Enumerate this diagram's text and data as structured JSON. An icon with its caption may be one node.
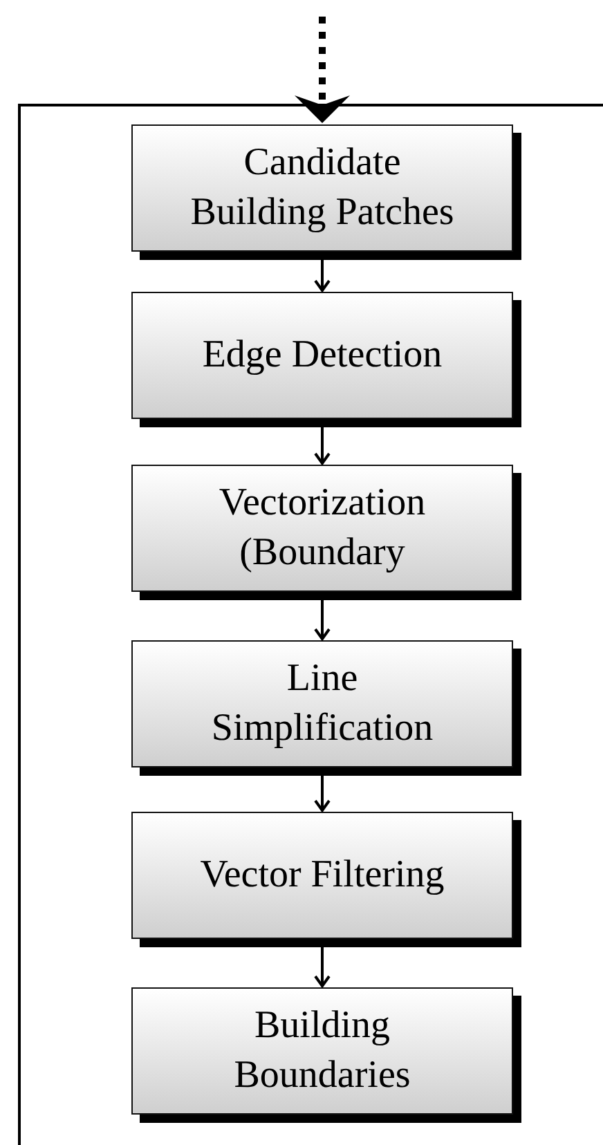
{
  "diagram": {
    "nodes": [
      {
        "text": [],
        "shape": "box"
      },
      {
        "text": [
          "Candidate Building Patches"
        ],
        "in": 0
      },
      {
        "text": [
          "Edge Detection"
        ],
        "in": 0
      },
      {
        "text": [
          "Vectorization (Boundary"
        ],
        "in": 0
      },
      {
        "text": [
          "Line Simplification"
        ],
        "in": 0
      },
      {
        "text": [
          "Vector Filtering"
        ],
        "in": 0
      },
      {
        "text": [
          "Building Boundaries"
        ],
        "in": 0
      }
    ],
    "edges": [
      {
        "from": null,
        "to": 1,
        "arrow": "to",
        "style": "dashed"
      },
      {
        "from": 1,
        "to": 2,
        "arrow": "to"
      },
      {
        "from": 2,
        "to": 3,
        "arrow": "to"
      },
      {
        "from": 3,
        "to": 4,
        "arrow": "to"
      },
      {
        "from": 4,
        "to": 5,
        "arrow": "to"
      },
      {
        "from": 5,
        "to": 6,
        "arrow": "to"
      }
    ]
  }
}
